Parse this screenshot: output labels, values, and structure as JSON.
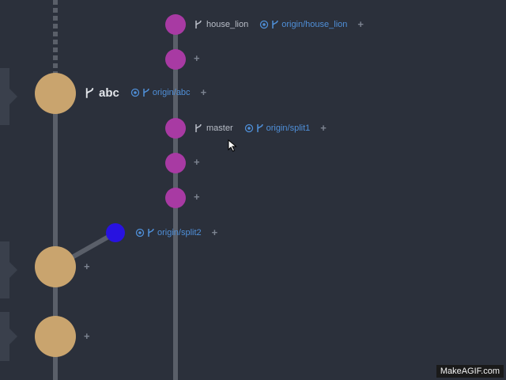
{
  "colors": {
    "background": "#2b303b",
    "lane_left": "#c9a46e",
    "lane_middle": "#a83aa3",
    "lane_split2": "#2812e0",
    "remote_text": "#4f8fd8",
    "branch_text": "#b9bec8"
  },
  "icons": {
    "branch": "branch-icon",
    "remote": "remote-icon",
    "add": "plus-icon",
    "pointer": "cursor-arrow-icon"
  },
  "refs": {
    "house_lion": {
      "local": "house_lion",
      "remote": "origin/house_lion"
    },
    "abc": {
      "local": "abc",
      "remote": "origin/abc"
    },
    "master": {
      "local": "master",
      "remote": "origin/split1"
    },
    "split2": {
      "remote": "origin/split2"
    }
  },
  "plus_label": "+",
  "watermark": "MakeAGIF.com"
}
